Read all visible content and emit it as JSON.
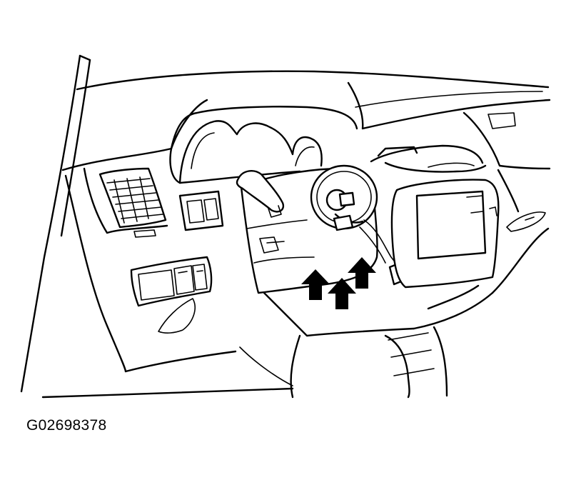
{
  "figure": {
    "code": "G02698378",
    "line_color": "#000000",
    "background_color": "#ffffff"
  },
  "parts": [
    {
      "name": "windshield-pillar"
    },
    {
      "name": "instrument-cluster-hood"
    },
    {
      "name": "left-air-vent"
    },
    {
      "name": "switch-panel"
    },
    {
      "name": "steering-column-cover"
    },
    {
      "name": "combination-switch-assembly"
    },
    {
      "name": "center-display-bezel"
    },
    {
      "name": "lower-dash-panel"
    }
  ],
  "callouts": [
    {
      "name": "arrow-1",
      "pointing": "up"
    },
    {
      "name": "arrow-2",
      "pointing": "up"
    },
    {
      "name": "arrow-3",
      "pointing": "up"
    }
  ]
}
